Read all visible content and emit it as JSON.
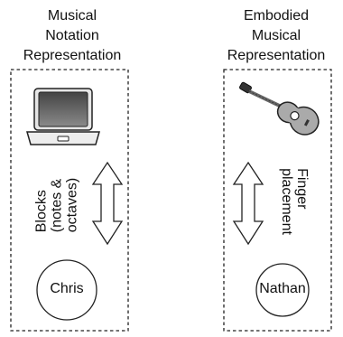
{
  "left_panel": {
    "title_lines": [
      "Musical",
      "Notation",
      "Representation"
    ],
    "arrow_label_lines": [
      "Blocks",
      "(notes &",
      "octaves)"
    ],
    "person": "Chris",
    "device_icon": "laptop-icon"
  },
  "right_panel": {
    "title_lines": [
      "Embodied",
      "Musical",
      "Representation"
    ],
    "arrow_label_lines": [
      "Finger",
      "placement"
    ],
    "person": "Nathan",
    "device_icon": "guitar-icon"
  }
}
